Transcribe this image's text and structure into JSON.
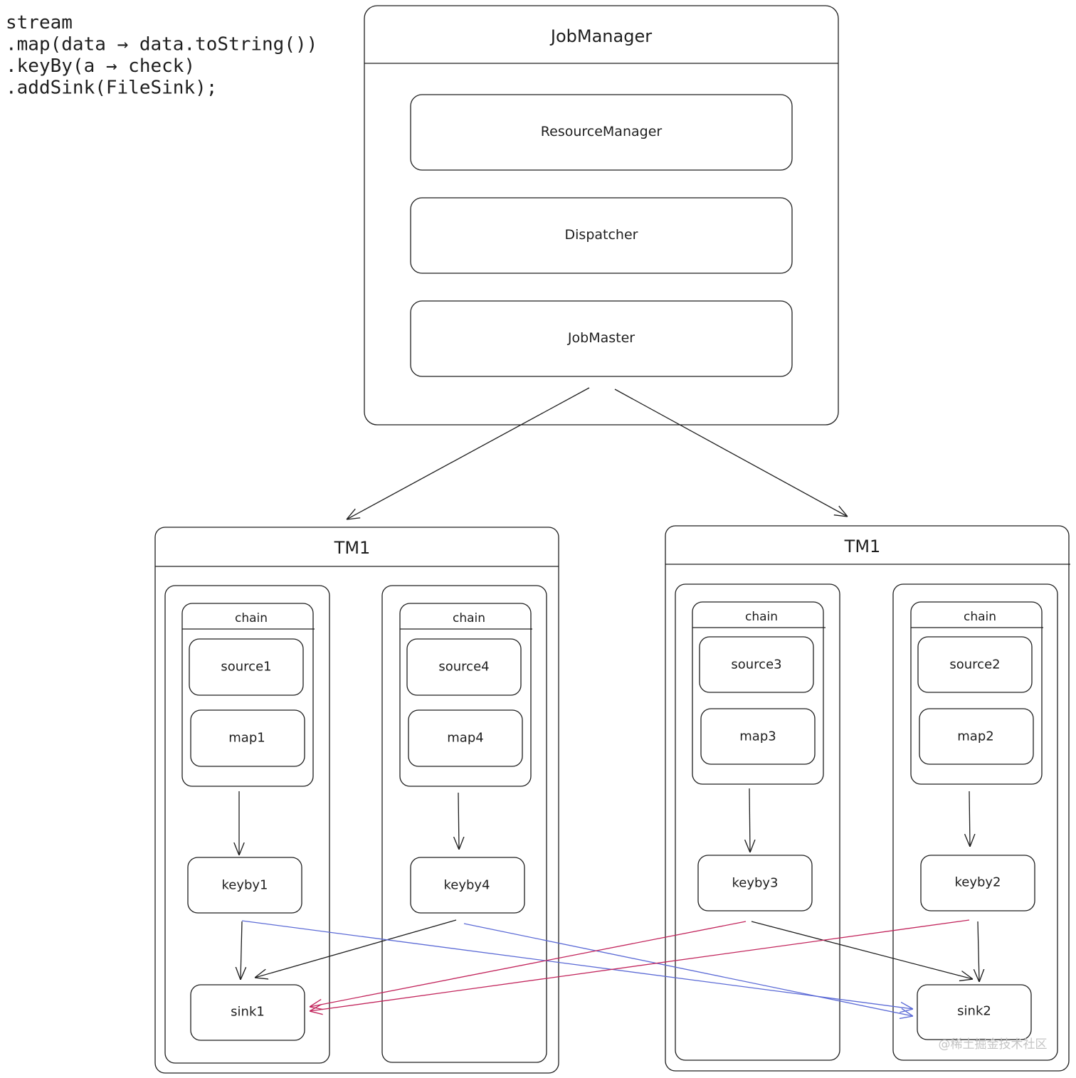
{
  "code": {
    "lines": [
      "stream",
      ".map(data → data.toString())",
      ".keyBy(a → check)",
      ".addSink(FileSink);"
    ]
  },
  "job_manager": {
    "title": "JobManager",
    "components": [
      "ResourceManager",
      "Dispatcher",
      "JobMaster"
    ]
  },
  "task_managers": [
    {
      "title": "TM1",
      "slots": [
        {
          "chain_label": "chain",
          "source": "source1",
          "map": "map1",
          "keyby": "keyby1",
          "sink": "sink1"
        },
        {
          "chain_label": "chain",
          "source": "source4",
          "map": "map4",
          "keyby": "keyby4"
        }
      ]
    },
    {
      "title": "TM1",
      "slots": [
        {
          "chain_label": "chain",
          "source": "source3",
          "map": "map3",
          "keyby": "keyby3"
        },
        {
          "chain_label": "chain",
          "source": "source2",
          "map": "map2",
          "keyby": "keyby2",
          "sink": "sink2"
        }
      ]
    }
  ],
  "colors": {
    "stroke": "#1e1e1e",
    "blue_edge": "#5c6bd6",
    "red_edge": "#c2255c"
  },
  "watermark": "@稀土掘金技术社区"
}
